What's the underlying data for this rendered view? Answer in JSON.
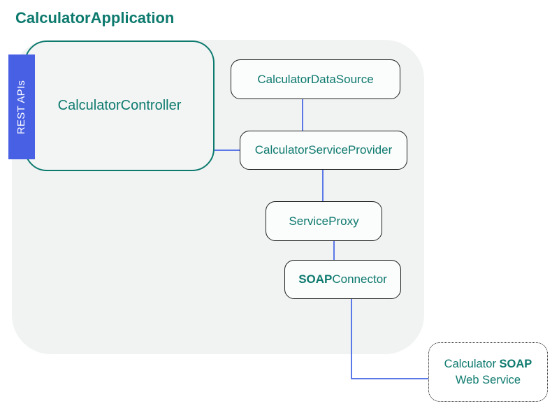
{
  "title": "CalculatorApplication",
  "colors": {
    "teal": "#0d7a6e",
    "rest_badge_blue": "#4760e4",
    "connector_blue": "#5b78e8",
    "container_bg": "#f1f3f3",
    "node_bg": "#fbfcfc",
    "node_border": "#1f1f1f"
  },
  "rest_badge": {
    "label": "REST APIs"
  },
  "nodes": {
    "controller": {
      "label": "CalculatorController"
    },
    "datasource": {
      "label": "CalculatorDataSource"
    },
    "service_provider": {
      "label": "CalculatorServiceProvider"
    },
    "service_proxy": {
      "label": "ServiceProxy"
    },
    "soap_connector": {
      "bold": "SOAP",
      "regular": "Connector"
    },
    "web_service": {
      "line1_regular": "Calculator ",
      "line1_bold": "SOAP",
      "line2": "Web Service"
    }
  },
  "connections": [
    {
      "from": "CalculatorDataSource",
      "to": "CalculatorServiceProvider"
    },
    {
      "from": "CalculatorController",
      "to": "CalculatorServiceProvider"
    },
    {
      "from": "CalculatorServiceProvider",
      "to": "ServiceProxy"
    },
    {
      "from": "ServiceProxy",
      "to": "SOAPConnector"
    },
    {
      "from": "SOAPConnector",
      "to": "Calculator SOAP Web Service"
    }
  ]
}
